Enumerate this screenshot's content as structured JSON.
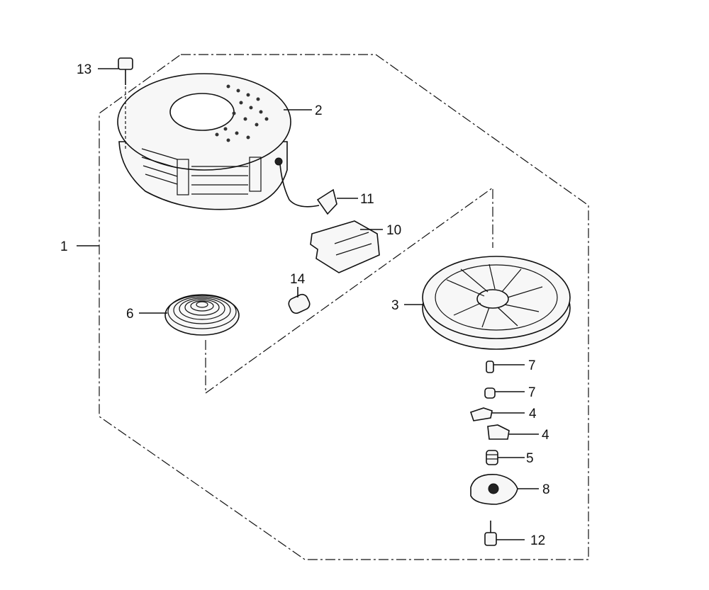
{
  "callouts": {
    "c1": "1",
    "c2": "2",
    "c3": "3",
    "c4a": "4",
    "c4b": "4",
    "c5": "5",
    "c6": "6",
    "c7a": "7",
    "c7b": "7",
    "c8": "8",
    "c10": "10",
    "c11": "11",
    "c12": "12",
    "c13": "13",
    "c14": "14"
  }
}
